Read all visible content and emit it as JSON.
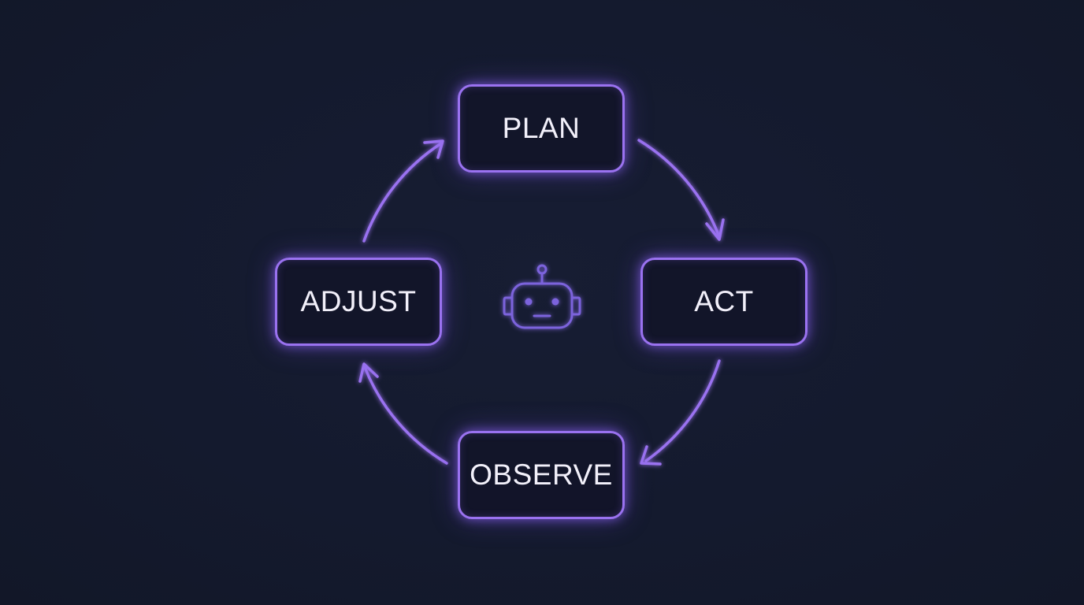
{
  "diagram": {
    "type": "cycle",
    "center_icon": "robot-icon",
    "stages": [
      {
        "id": "plan",
        "label": "PLAN"
      },
      {
        "id": "act",
        "label": "ACT"
      },
      {
        "id": "observe",
        "label": "OBSERVE"
      },
      {
        "id": "adjust",
        "label": "ADJUST"
      }
    ],
    "edges": [
      {
        "from": "plan",
        "to": "act"
      },
      {
        "from": "act",
        "to": "observe"
      },
      {
        "from": "observe",
        "to": "adjust"
      },
      {
        "from": "adjust",
        "to": "plan"
      }
    ],
    "colors": {
      "background": "#141a2e",
      "accent": "#9a72f0",
      "icon": "#7b64dc",
      "text": "#f2f0fa"
    }
  }
}
